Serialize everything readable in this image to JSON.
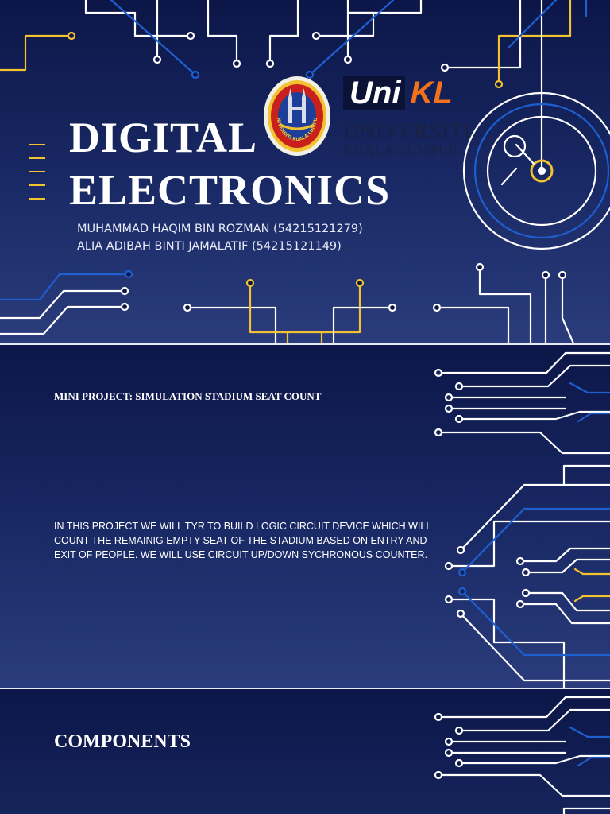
{
  "slide1": {
    "title_line1": "DIGITAL",
    "title_line2": "ELECTRONICS",
    "authors": [
      "MUHAMMAD HAQIM BIN ROZMAN (54215121279)",
      "ALIA ADIBAH BINTI JAMALATIF (54215121149)"
    ],
    "unikl_logo": {
      "uni": "Uni",
      "kl": "KL",
      "line1": "UNIVERSITI",
      "line2": "KUALA LUMPUR"
    },
    "crest_text": "UNIVERSITI KUALA LUMPUR"
  },
  "slide2": {
    "heading": "MINI PROJECT: SIMULATION STADIUM SEAT COUNT",
    "body": "IN THIS PROJECT WE WILL TYR TO BUILD LOGIC CIRCUIT DEVICE WHICH WILL COUNT THE REMAINIG EMPTY  SEAT OF THE STADIUM BASED ON ENTRY AND EXIT OF PEOPLE. WE WILL USE CIRCUIT UP/DOWN SYCHRONOUS COUNTER."
  },
  "slide3": {
    "heading": "COMPONENTS"
  },
  "colors": {
    "background": "#0c1648",
    "trace_white": "#ffffff",
    "trace_blue": "#1e5fd0",
    "trace_yellow": "#f2c230",
    "unikl_orange": "#f2721c"
  }
}
